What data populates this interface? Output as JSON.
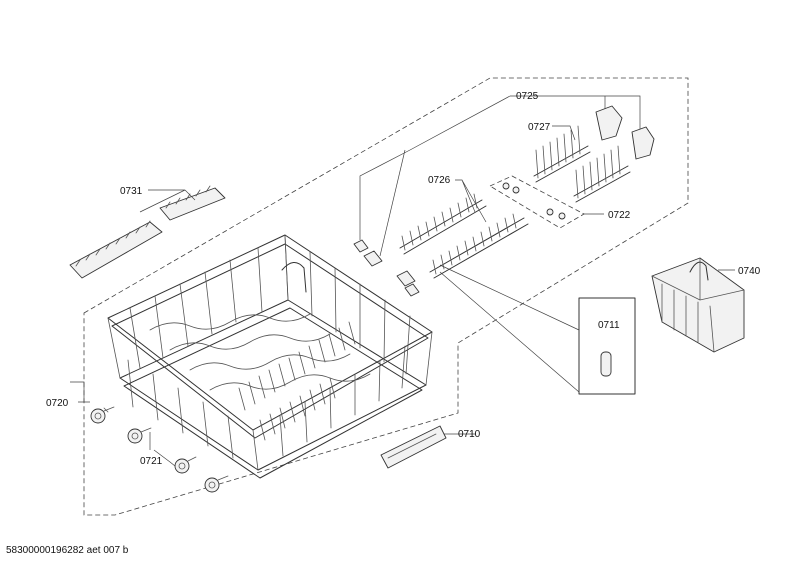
{
  "labels": {
    "p0710": "0710",
    "p0711": "0711",
    "p0720": "0720",
    "p0721": "0721",
    "p0722": "0722",
    "p0725": "0725",
    "p0726": "0726",
    "p0727": "0727",
    "p0731": "0731",
    "p0740": "0740"
  },
  "footer": "58300000196282 aet 007 b"
}
